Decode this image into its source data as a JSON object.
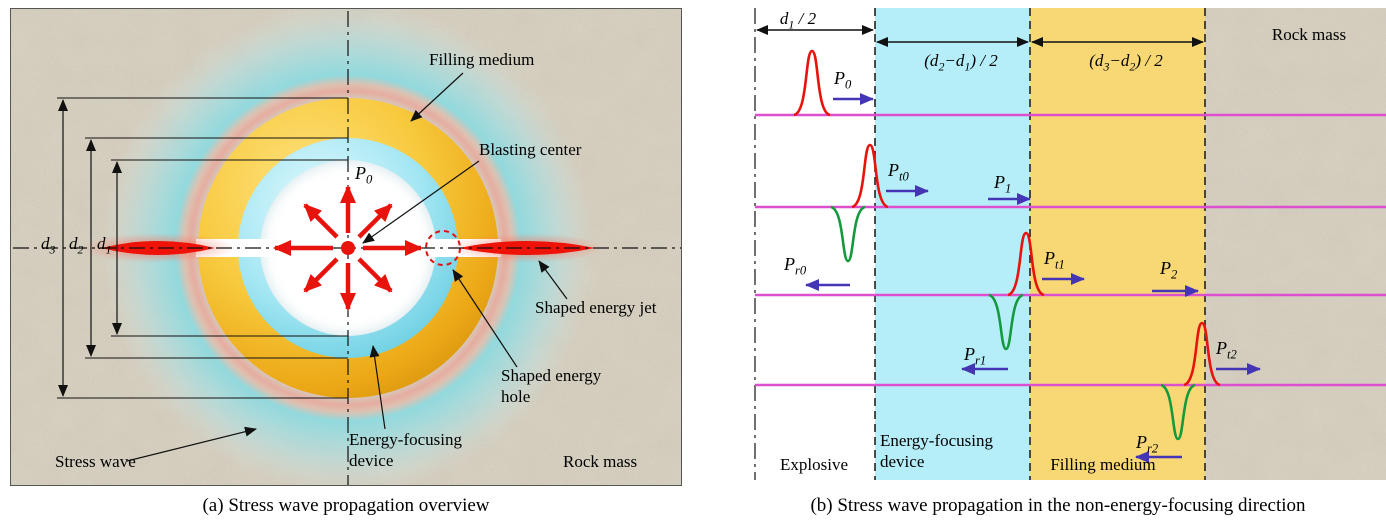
{
  "figure": {
    "panel_a": {
      "caption": "(a) Stress wave propagation overview",
      "labels": {
        "filling_medium": "Filling medium",
        "blasting_center": "Blasting center",
        "p0": "P_{0}",
        "shaped_energy_jet": "Shaped energy jet",
        "shaped_energy_hole_l1": "Shaped energy",
        "shaped_energy_hole_l2": "hole",
        "energy_focusing_l1": "Energy-focusing",
        "energy_focusing_l2": "device",
        "stress_wave": "Stress wave",
        "rock_mass": "Rock mass",
        "d1": "d_{1}",
        "d2": "d_{2}",
        "d3": "d_{3}"
      },
      "colors": {
        "filling_medium_ring": "#f2bc2b",
        "energy_focusing_ring": "#8fdef0",
        "stress_wave_glow": "#9fe8f4",
        "blast_red": "#e8130c",
        "rock": "#dad4c6"
      }
    },
    "panel_b": {
      "caption": "(b) Stress wave propagation in the non-energy-focusing direction",
      "dimensions": {
        "d1_half": "d_{1} / 2",
        "d2_minus_d1_half": "(d_{2}−d_{1}) / 2",
        "d3_minus_d2_half": "(d_{3}−d_{2}) / 2"
      },
      "zones": {
        "explosive": "Explosive",
        "energy_focusing_l1": "Energy-focusing",
        "energy_focusing_l2": "device",
        "filling_medium": "Filling medium",
        "rock_mass": "Rock mass"
      },
      "wave_labels": {
        "p0": "P_{0}",
        "pt0": "P_{t0}",
        "pr0": "P_{r0}",
        "p1": "P_{1}",
        "pt1": "P_{t1}",
        "pr1": "P_{r1}",
        "p2": "P_{2}",
        "pt2": "P_{t2}",
        "pr2": "P_{r2}"
      },
      "colors": {
        "energy_focusing_zone": "#b5eef8",
        "filling_medium_zone": "#f8d874",
        "wave_path": "#dd4fcf",
        "incident_pulse": "#e8130c",
        "reflected_pulse": "#14993c",
        "direction_arrow": "#4435b5"
      }
    }
  }
}
